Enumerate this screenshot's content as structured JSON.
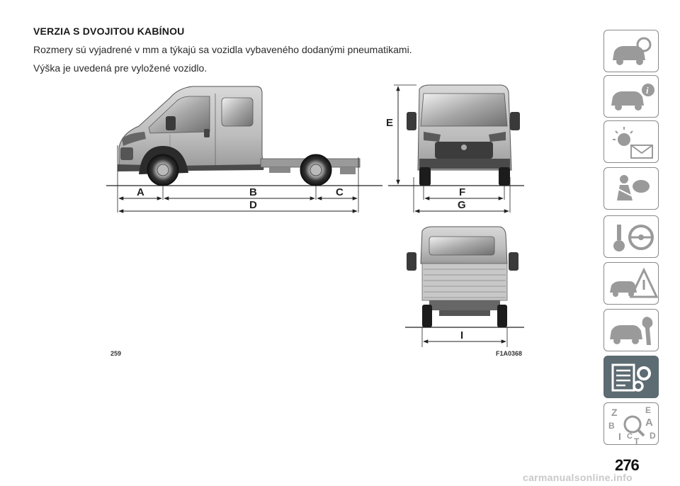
{
  "heading": "VERZIA S DVOJITOU KABÍNOU",
  "paragraphs": [
    "Rozmery sú vyjadrené v mm a týkajú sa vozidla vybaveného dodanými pneumatikami.",
    "Výška je uvedená pre vyložené vozidlo."
  ],
  "figure": {
    "number": "259",
    "code": "F1A0368",
    "dimensions": {
      "a": "A",
      "b": "B",
      "c": "C",
      "d": "D",
      "e": "E",
      "f": "F",
      "g": "G",
      "i": "I"
    }
  },
  "sidebar": {
    "tabs": [
      {
        "icon": "car-search-icon",
        "active": false
      },
      {
        "icon": "car-info-icon",
        "active": false
      },
      {
        "icon": "warning-lights-message-icon",
        "active": false
      },
      {
        "icon": "airbag-safety-icon",
        "active": false
      },
      {
        "icon": "key-steering-wheel-icon",
        "active": false
      },
      {
        "icon": "car-warning-triangle-icon",
        "active": false
      },
      {
        "icon": "car-wrench-icon",
        "active": false
      },
      {
        "icon": "specs-list-gear-icon",
        "active": true
      },
      {
        "icon": "index-az-search-icon",
        "active": false
      }
    ],
    "index_letters": [
      "Z",
      "E",
      "B",
      "A",
      "I",
      "C",
      "T",
      "D"
    ]
  },
  "page_number": "276",
  "watermark": "carmanualsonline.info",
  "colors": {
    "active_tab": "#5d6b72",
    "tab_border": "#8a8a8a",
    "icon_gray": "#9a9a9a"
  }
}
